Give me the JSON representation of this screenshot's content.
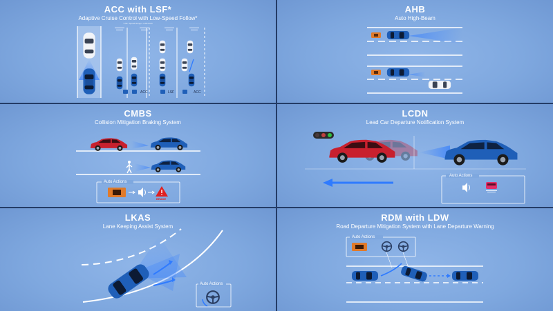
{
  "panels": {
    "acc": {
      "title": "ACC with LSF*",
      "subtitle": "Adaptive Cruise Control with Low-Speed Follow*",
      "note": "*LSF: Speed Range ~0-80 km/h",
      "mode_labels": [
        "ACC",
        "LSF",
        "ACC"
      ]
    },
    "ahb": {
      "title": "AHB",
      "subtitle": "Auto High-Beam"
    },
    "cmbs": {
      "title": "CMBS",
      "subtitle": "Collision Mitigation Braking System",
      "auto_actions_label": "Auto Actions",
      "brake_label": "BRAKE"
    },
    "lcdn": {
      "title": "LCDN",
      "subtitle": "Lead Car Departure Notification System",
      "auto_actions_label": "Auto Actions"
    },
    "lkas": {
      "title": "LKAS",
      "subtitle": "Lane Keeping Assist System",
      "auto_actions_label": "Auto Actions"
    },
    "rdm": {
      "title": "RDM with LDW",
      "subtitle": "Road Departure Mitigation System with Lane Departure Warning",
      "auto_actions_label": "Auto Actions"
    }
  },
  "colors": {
    "panel_bg": "#7fa8df",
    "divider": "#243c66",
    "car_blue": "#1f5fb8",
    "car_red": "#c8202e",
    "warning_red": "#e02020",
    "indicator_orange": "#e07a2a"
  },
  "icons": [
    "car-top-icon",
    "speaker-icon",
    "warning-triangle-icon",
    "steering-wheel-icon",
    "traffic-light-icon",
    "headlight-icon",
    "pedestrian-icon",
    "arrow-icon"
  ]
}
